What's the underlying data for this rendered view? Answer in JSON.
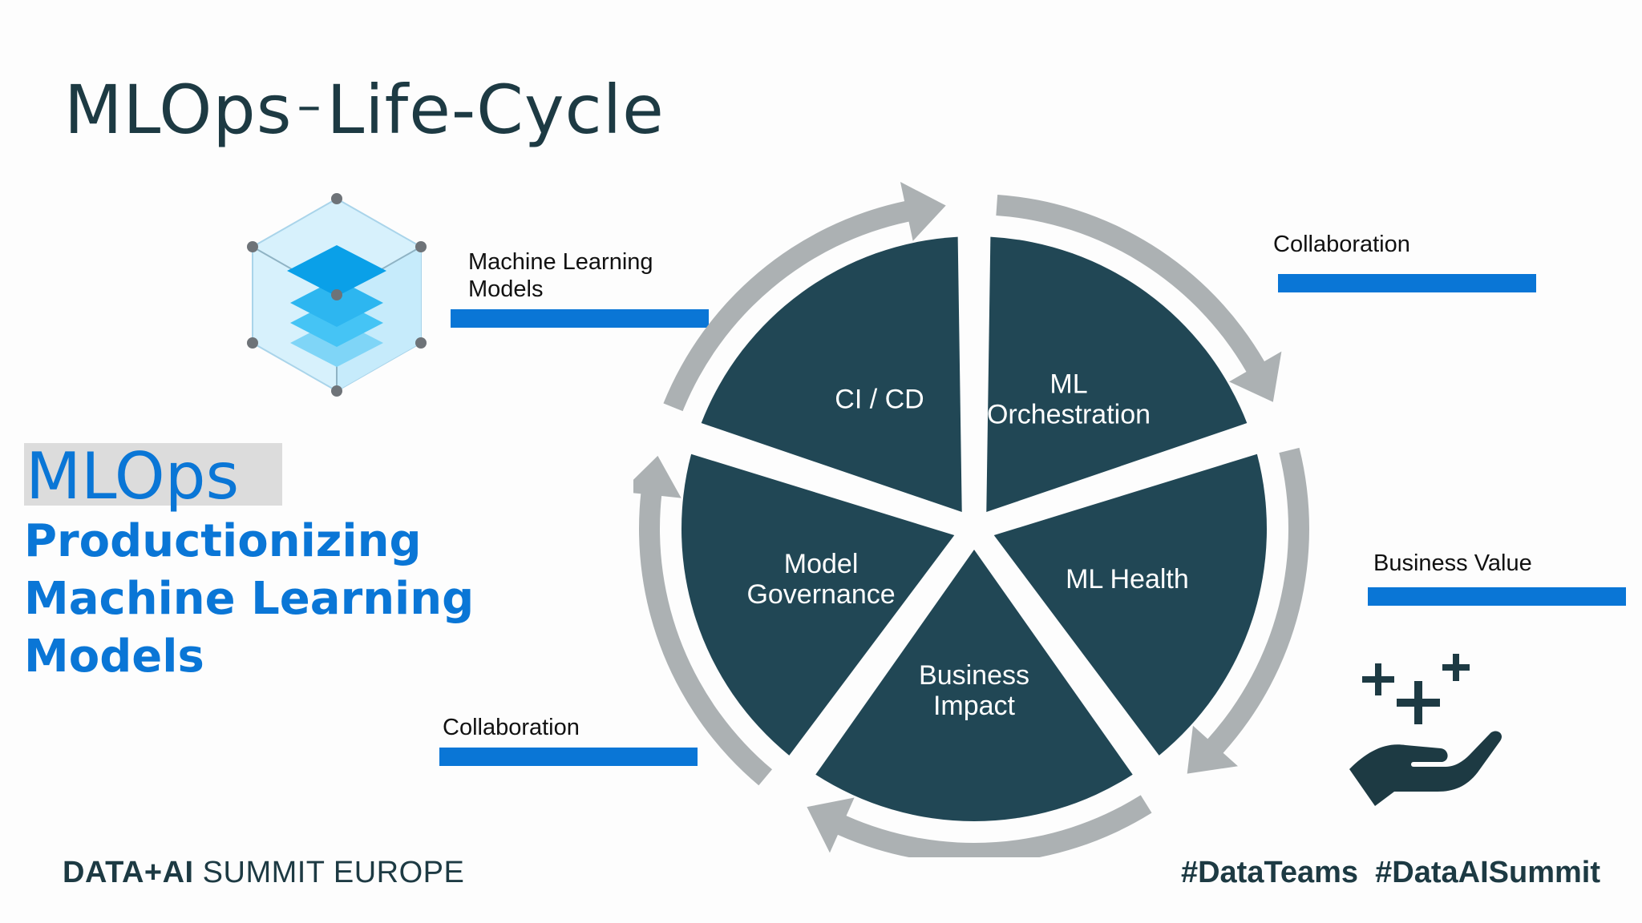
{
  "title": {
    "left": "MLOps",
    "dash": "–",
    "right": "Life-Cycle"
  },
  "callouts": {
    "ml_models": [
      "Machine Learning",
      "Models"
    ],
    "collab_top": "Collaboration",
    "business_value": "Business Value",
    "collab_bottom": "Collaboration"
  },
  "mlops": {
    "heading": "MLOps",
    "subtitle": [
      "Productionizing",
      "Machine Learning",
      "Models"
    ]
  },
  "cycle": {
    "segments": [
      {
        "lines": [
          "CI / CD"
        ]
      },
      {
        "lines": [
          "ML",
          "Orchestration"
        ]
      },
      {
        "lines": [
          "ML Health"
        ]
      },
      {
        "lines": [
          "Business",
          "Impact"
        ]
      },
      {
        "lines": [
          "Model",
          "Governance"
        ]
      }
    ]
  },
  "footer": {
    "brand_bold": "DATA+AI",
    "brand_rest": "SUMMIT EUROPE",
    "hashtags": "#DataTeams  #DataAISummit"
  },
  "colors": {
    "segment": "#214755",
    "arrow": "#acb1b3",
    "accent": "#0a76d6",
    "dark": "#1d3a43"
  },
  "icons": {
    "cube": "layered-cube-icon",
    "hand": "hand-plus-icon"
  }
}
